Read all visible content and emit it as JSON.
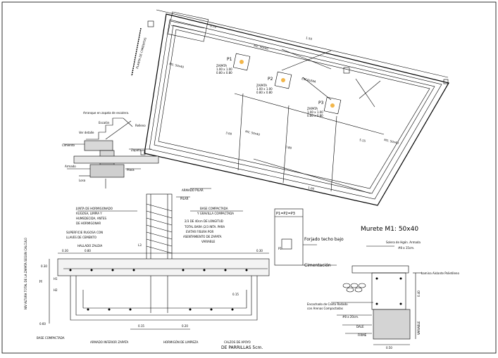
{
  "plan": {
    "dims": [
      "1.50",
      "3.00",
      "0.80",
      "5.15",
      "1.00",
      "0.70"
    ],
    "beams": [
      "M1: 50x40",
      "M1: 50x40",
      "M1: 50x40",
      "M1: 50x40"
    ],
    "stair_label": "ESCALERA",
    "footings": [
      {
        "name": "P1",
        "note1": "ZAPATA",
        "note2": "1.00 x 1.00",
        "note3": "0.80 x 0.80"
      },
      {
        "name": "P2",
        "note1": "ZAPATA",
        "note2": "1.00 x 1.00",
        "note3": "0.80 x 0.80"
      },
      {
        "name": "P3",
        "note1": "ZAPATA",
        "note2": "1.00 x 1.00",
        "note3": "0.80 x 0.80"
      }
    ],
    "side_text": "PLANTA DE CIMIENTOS"
  },
  "stair_detail": {
    "title": "Arranque en zapata de escalera.",
    "labels": [
      "Escalón",
      "Relleno",
      "Ver detalle",
      "Cimiento",
      "Zapata",
      "Armado",
      "Placa",
      "Losa"
    ]
  },
  "section": {
    "top_labels": [
      "ARMADO PILAR",
      "PILAR"
    ],
    "labels_left": [
      "JUNTA DE HORMIGONADO",
      "RUGOSA, LIMPIA Y",
      "HUMEDECIDA, ANTES",
      "DE HORMIGONAR",
      "SUPERFICIE RUGOSA CON",
      "LLAVES DE CEMENTO",
      "HALLADO ZALDIA"
    ],
    "labels_right": [
      "BASE COMPACTADA",
      "Y GRAVILLA COMPACTADA",
      "2/3 DE 40cm DE LONGITUD",
      "TOTAL BARA (2/3 INTA. PARA",
      "EVITAR FISURA POR",
      "ASENTAMIENTO DE ZAPATA",
      "VARIABLE"
    ],
    "dims": [
      "0.30",
      "0.80",
      "0.30",
      "0.30",
      "0.15",
      "0.20",
      "0.15",
      "0.60"
    ],
    "h_labels": [
      "H",
      "H1",
      "H2",
      "L3"
    ],
    "side_text": "NIV ALTURA TOTAL DE LA ZAPATA SEGUN CALCULO",
    "bottom_labels": [
      "BASE COMPACTADA",
      "ARMADO INFERIOR ZAPATA",
      "HORMIGÓN DE LIMPIEZA",
      "CALZOS DE APOYO",
      "DE PARRILLAS 5cm."
    ]
  },
  "legend": {
    "equation": "P1=P2=P3",
    "box_label": "P1",
    "forjado": "Forjado techo bajo",
    "cimentacion": "Cimentación"
  },
  "murete": {
    "title": "Murete   M1: 50x40",
    "labels": [
      "Solera de Hgón. Armada",
      "#8 a 15cm.",
      "Lamina Aislante Polietileno",
      "Encachado de Canto Rodado",
      "con Arenas Compactadas",
      "#8 a 20cm.",
      "DALE",
      "FIRME"
    ],
    "dims": [
      "0.40",
      "VARIABLE",
      "0.50"
    ]
  }
}
